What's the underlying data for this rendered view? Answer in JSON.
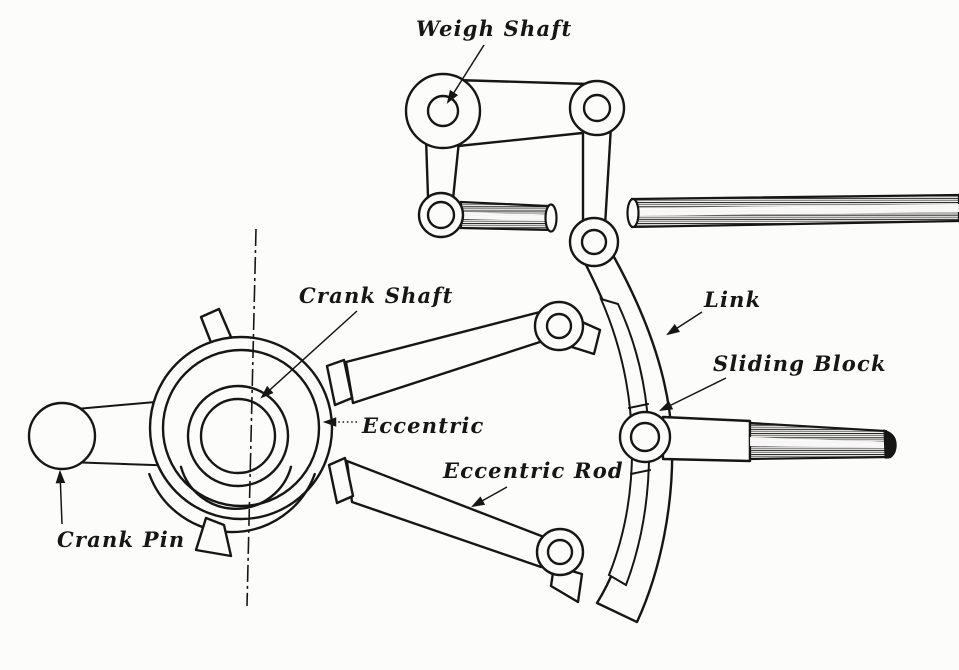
{
  "figure": {
    "paper_color": "#fcfcfb",
    "ink_color": "#161616",
    "labels": {
      "weigh_shaft": "Weigh Shaft",
      "crank_shaft": "Crank Shaft",
      "link": "Link",
      "sliding_block": "Sliding Block",
      "eccentric": "Eccentric",
      "eccentric_rod": "Eccentric Rod",
      "crank_pin": "Crank Pin"
    }
  }
}
